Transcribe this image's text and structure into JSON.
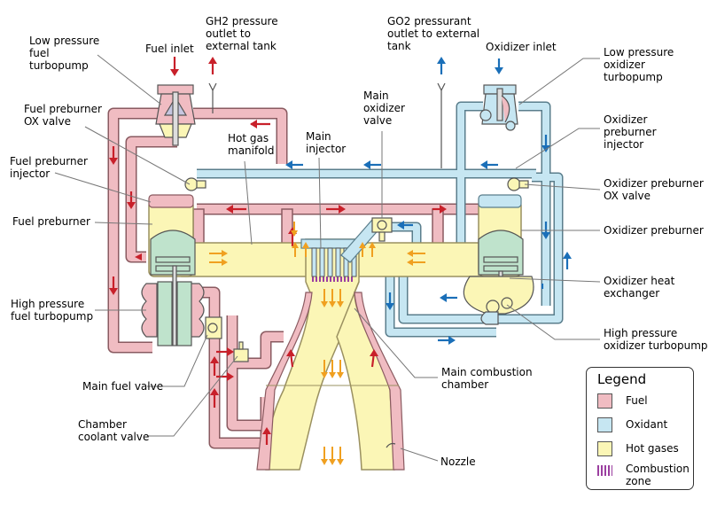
{
  "colors": {
    "fuel": "#f0bcc2",
    "fuel_stroke": "#8a5a60",
    "oxidant": "#c6e6f2",
    "oxidant_stroke": "#5a7e8c",
    "hot_gases": "#fbf6b6",
    "hot_stroke": "#9a9060",
    "turbine": "#bfe3cc",
    "combustion": "#9b3fa0",
    "arrow_red": "#c8202a",
    "arrow_blue": "#1a6fb8",
    "arrow_orange": "#f0a020"
  },
  "labels": {
    "low_pressure_fuel_turbopump": "Low pressure\nfuel\nturbopump",
    "fuel_inlet": "Fuel inlet",
    "gh2_outlet": "GH2 pressure\noutlet to\nexternal tank",
    "go2_outlet": "GO2 pressurant\noutlet to external\ntank",
    "oxidizer_inlet": "Oxidizer inlet",
    "low_pressure_oxidizer_turbopump": "Low pressure\noxidizer\nturbopump",
    "fuel_preburner_ox_valve": "Fuel preburner\nOX valve",
    "main_oxidizer_valve": "Main\noxidizer\nvalve",
    "oxidizer_preburner_injector": "Oxidizer\npreburner\ninjector",
    "fuel_preburner_injector": "Fuel preburner\ninjector",
    "hot_gas_manifold": "Hot gas\nmanifold",
    "main_injector": "Main\ninjector",
    "oxidizer_preburner_ox_valve": "Oxidizer preburner\nOX valve",
    "fuel_preburner": "Fuel preburner",
    "oxidizer_preburner": "Oxidizer preburner",
    "oxidizer_heat_exchanger": "Oxidizer heat\nexchanger",
    "high_pressure_fuel_turbopump": "High pressure\nfuel turbopump",
    "high_pressure_oxidizer_turbopump": "High pressure\noxidizer turbopump",
    "main_fuel_valve": "Main fuel valve",
    "main_combustion_chamber": "Main combustion\nchamber",
    "chamber_coolant_valve": "Chamber\ncoolant valve",
    "nozzle": "Nozzle"
  },
  "legend": {
    "title": "Legend",
    "items": [
      {
        "key": "fuel",
        "label": "Fuel"
      },
      {
        "key": "oxidant",
        "label": "Oxidant"
      },
      {
        "key": "hot_gases",
        "label": "Hot gases"
      },
      {
        "key": "combustion",
        "label": "Combustion\nzone"
      }
    ]
  }
}
